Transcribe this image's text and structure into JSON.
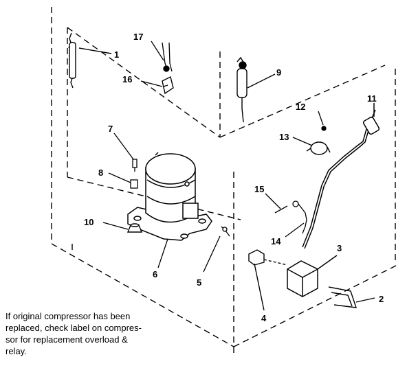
{
  "callouts": {
    "c1": "1",
    "c2": "2",
    "c3": "3",
    "c4": "4",
    "c5": "5",
    "c6": "6",
    "c7": "7",
    "c8": "8",
    "c9": "9",
    "c10": "10",
    "c11": "11",
    "c12": "12",
    "c13": "13",
    "c14": "14",
    "c15": "15",
    "c16": "16",
    "c17": "17"
  },
  "note": {
    "line1": "If original compressor has been",
    "line2": "replaced, check label on compres-",
    "line3": "sor for replacement overload &",
    "line4": "relay."
  }
}
